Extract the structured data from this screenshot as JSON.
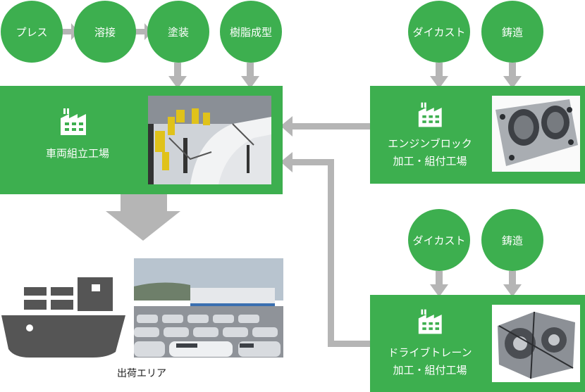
{
  "top_process": {
    "steps": [
      "プレス",
      "溶接",
      "塗装"
    ],
    "extra": "樹脂成型"
  },
  "vehicle_plant": {
    "label": "車両組立工場",
    "icon": "factory-icon"
  },
  "engine_block": {
    "inputs": [
      "ダイカスト",
      "鋳造"
    ],
    "label_line1": "エンジンブロック",
    "label_line2": "加工・組付工場",
    "icon": "factory-icon"
  },
  "drive_train": {
    "inputs": [
      "ダイカスト",
      "鋳造"
    ],
    "label_line1": "ドライブトレーン",
    "label_line2": "加工・組付工場",
    "icon": "factory-icon"
  },
  "shipping": {
    "label": "出荷エリア",
    "icon": "ship-icon"
  },
  "colors": {
    "green": "#3daf4f",
    "arrow": "#b3b3b3",
    "ship": "#555555"
  }
}
